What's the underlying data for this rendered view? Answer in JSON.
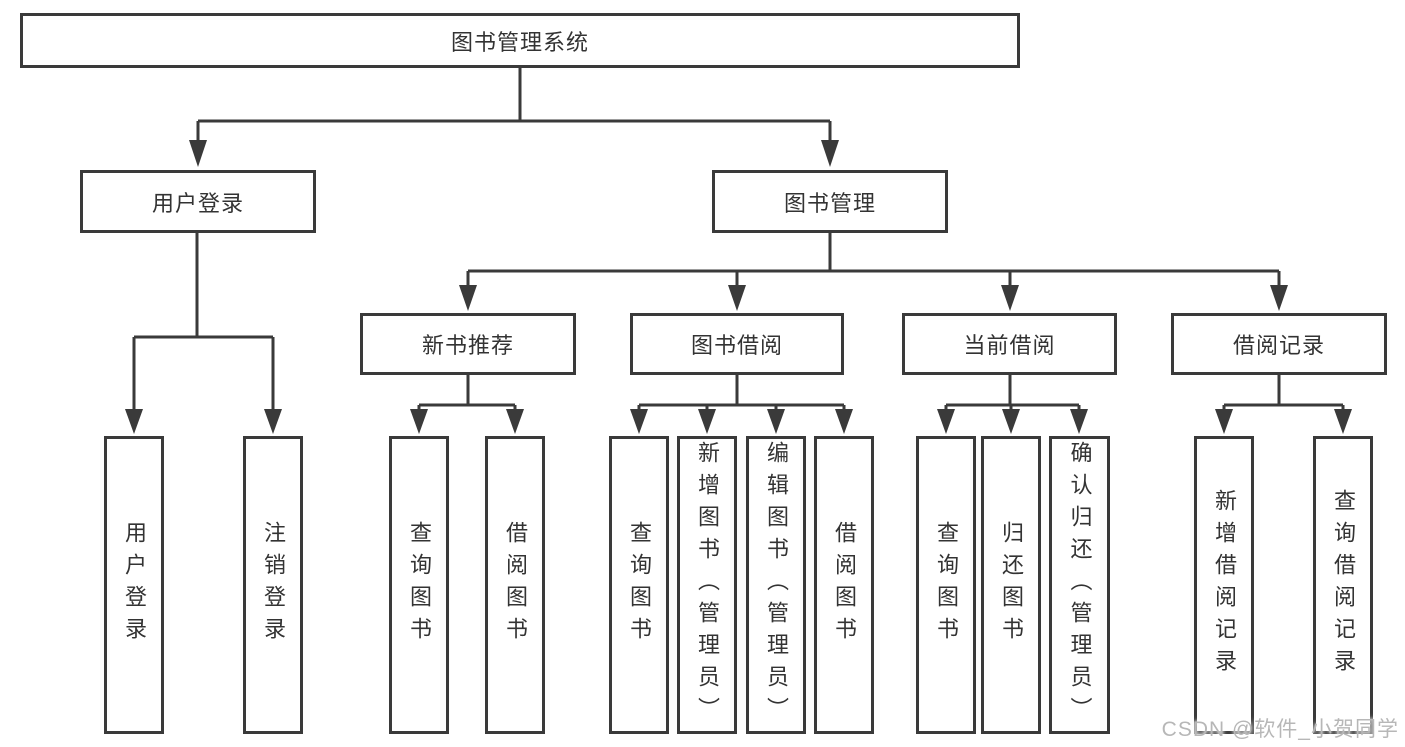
{
  "colors": {
    "line": "#3a3a3a",
    "text": "#333333",
    "watermark": "#b7b7b7",
    "background": "#ffffff"
  },
  "watermark": "CSDN @软件_小贺同学",
  "tree": {
    "root": "图书管理系统",
    "branches": [
      {
        "label": "用户登录",
        "children": [
          "用户登录",
          "注销登录"
        ]
      },
      {
        "label": "图书管理",
        "children": [
          {
            "label": "新书推荐",
            "children": [
              "查询图书",
              "借阅图书"
            ]
          },
          {
            "label": "图书借阅",
            "children": [
              "查询图书",
              "新增图书（管理员）",
              "编辑图书（管理员）",
              "借阅图书"
            ]
          },
          {
            "label": "当前借阅",
            "children": [
              "查询图书",
              "归还图书",
              "确认归还（管理员）"
            ]
          },
          {
            "label": "借阅记录",
            "children": [
              "新增借阅记录",
              "查询借阅记录"
            ]
          }
        ]
      }
    ]
  }
}
